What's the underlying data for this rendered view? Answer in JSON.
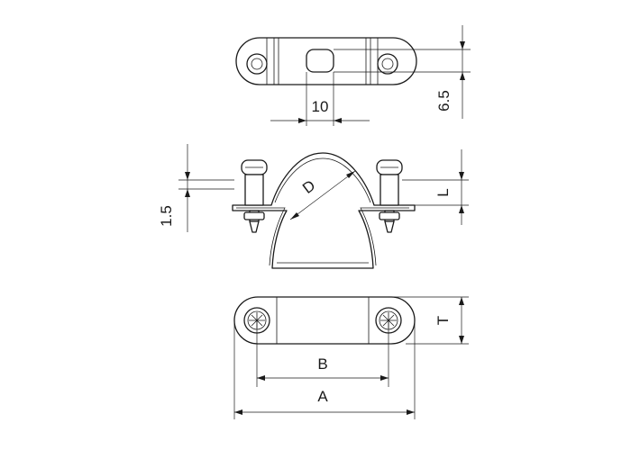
{
  "dimensions": {
    "slot_width": "10",
    "slot_height": "6.5",
    "thickness": "1.5",
    "diameter": "D",
    "height": "L",
    "depth": "T",
    "hole_spacing": "B",
    "overall_length": "A"
  },
  "colors": {
    "line": "#1a1a1a",
    "background": "#ffffff"
  }
}
